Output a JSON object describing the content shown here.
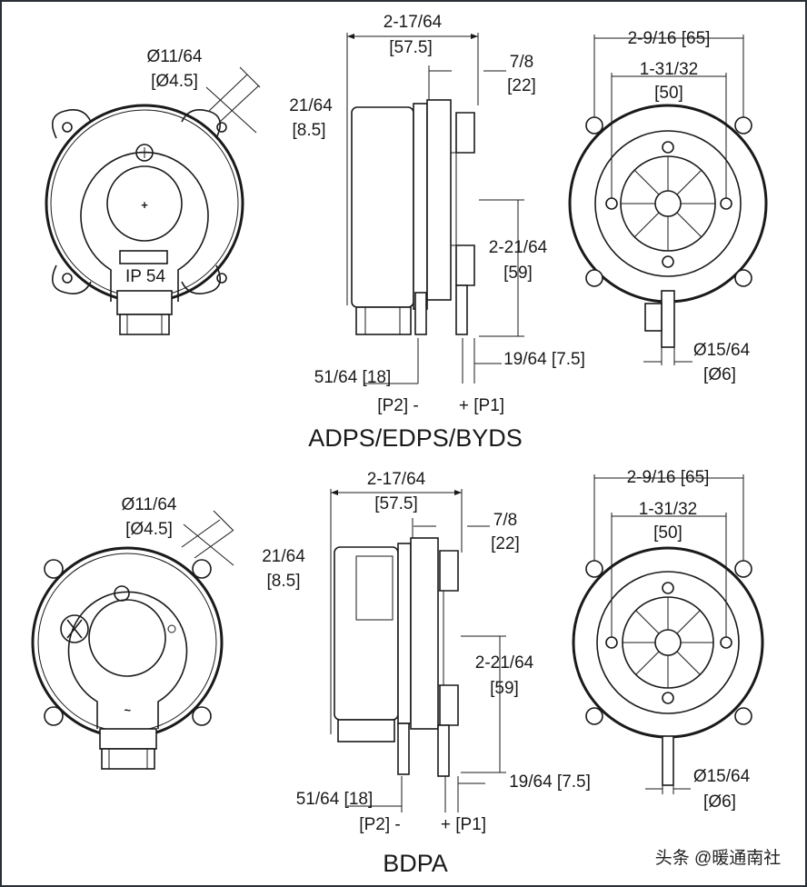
{
  "top": {
    "model_label": "ADPS/EDPS/BYDS",
    "front": {
      "hole_dia_in": "Ø11/64",
      "hole_dia_mm": "[Ø4.5]",
      "lug_in": "21/64",
      "lug_mm": "[8.5]",
      "rating": "IP 54"
    },
    "side": {
      "depth_in": "2-17/64",
      "depth_mm": "[57.5]",
      "flange_in": "7/8",
      "flange_mm": "[22]",
      "port_spacing_in": "2-21/64",
      "port_spacing_mm": "[59]",
      "p2_offset": "51/64 [18]",
      "p1_offset": "19/64 [7.5]",
      "p2_label": "[P2] -",
      "p1_label": "+ [P1]"
    },
    "back": {
      "outer_in_mm": "2-9/16 [65]",
      "inner_in": "1-31/32",
      "inner_mm": "[50]",
      "tube_in": "Ø15/64",
      "tube_mm": "[Ø6]"
    }
  },
  "bottom": {
    "model_label": "BDPA",
    "front": {
      "hole_dia_in": "Ø11/64",
      "hole_dia_mm": "[Ø4.5]",
      "lug_in": "21/64",
      "lug_mm": "[8.5]"
    },
    "side": {
      "depth_in": "2-17/64",
      "depth_mm": "[57.5]",
      "flange_in": "7/8",
      "flange_mm": "[22]",
      "port_spacing_in": "2-21/64",
      "port_spacing_mm": "[59]",
      "p2_offset": "51/64 [18]",
      "p1_offset": "19/64 [7.5]",
      "p2_label": "[P2] -",
      "p1_label": "+ [P1]"
    },
    "back": {
      "outer_in_mm": "2-9/16 [65]",
      "inner_in": "1-31/32",
      "inner_mm": "[50]",
      "tube_in": "Ø15/64",
      "tube_mm": "[Ø6]"
    }
  },
  "watermark": "头条 @暖通南社"
}
